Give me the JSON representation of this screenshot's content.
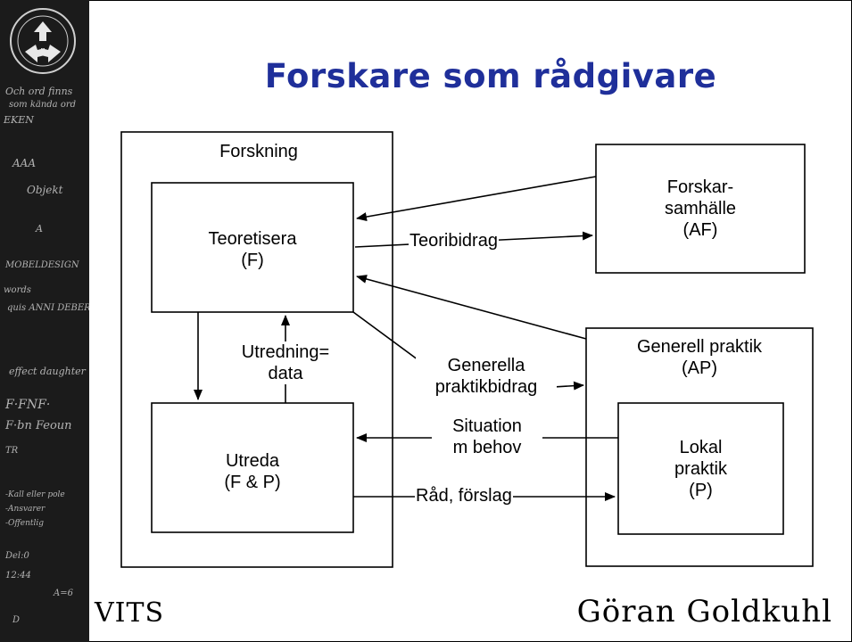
{
  "slide": {
    "title": "Forskare som rådgivare",
    "footer_left": "VITS",
    "footer_right": "Göran Goldkuhl"
  },
  "diagram": {
    "forskning_label": "Forskning",
    "teoretisera": [
      "Teoretisera",
      "(F)"
    ],
    "utreda": [
      "Utreda",
      "(F & P)"
    ],
    "forskarsamhalle": [
      "Forskar-",
      "samhälle",
      "(AF)"
    ],
    "generell_praktik": [
      "Generell praktik",
      "(AP)"
    ],
    "lokal_praktik": [
      "Lokal",
      "praktik",
      "(P)"
    ],
    "arrow_labels": {
      "teoribidrag": "Teoribidrag",
      "utredning_data": [
        "Utredning=",
        "data"
      ],
      "generella_praktikbidrag": [
        "Generella",
        "praktikbidrag"
      ],
      "situation_behov": [
        "Situation",
        "m behov"
      ],
      "rad_forslag": "Råd, förslag"
    }
  },
  "icons": {
    "logo": "university-seal-icon",
    "background": "chalkboard-texture"
  }
}
